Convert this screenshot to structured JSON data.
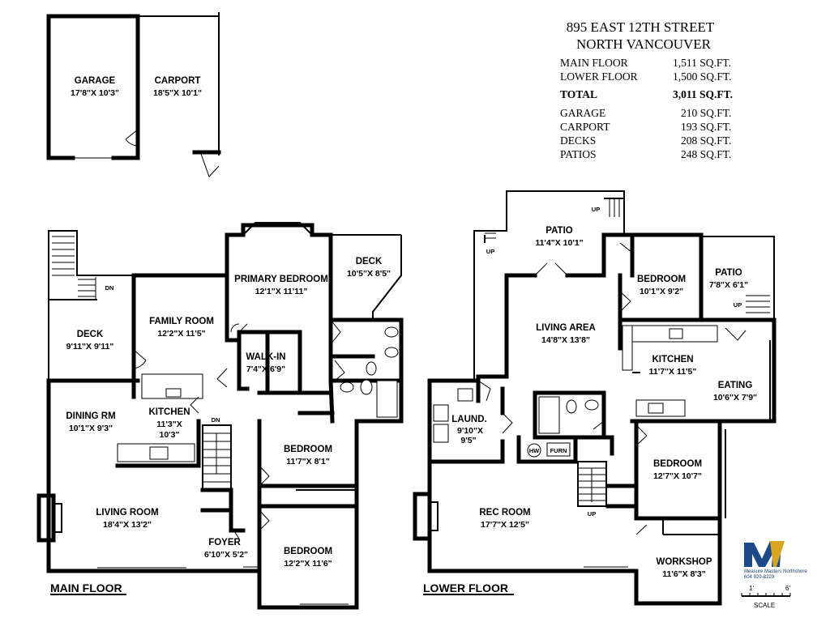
{
  "header": {
    "address_line1": "895 EAST 12TH STREET",
    "address_line2": "NORTH VANCOUVER"
  },
  "areas": [
    {
      "label": "MAIN FLOOR",
      "value": "1,511 SQ.FT.",
      "bold": false
    },
    {
      "label": "LOWER FLOOR",
      "value": "1,500 SQ.FT.",
      "bold": false
    },
    {
      "label": "TOTAL",
      "value": "3,011 SQ.FT.",
      "bold": true
    },
    {
      "label": "GARAGE",
      "value": "210 SQ.FT.",
      "bold": false
    },
    {
      "label": "CARPORT",
      "value": "193 SQ.FT.",
      "bold": false
    },
    {
      "label": "DECKS",
      "value": "208 SQ.FT.",
      "bold": false
    },
    {
      "label": "PATIOS",
      "value": "248 SQ.FT.",
      "bold": false
    }
  ],
  "garage": {
    "garage": {
      "name": "GARAGE",
      "dims": "17'8\"X 10'3\""
    },
    "carport": {
      "name": "CARPORT",
      "dims": "18'5\"X 10'1\""
    }
  },
  "main_floor": {
    "label": "MAIN FLOOR",
    "rooms": {
      "deck": {
        "name": "DECK",
        "dims": "9'11\"X 9'11\""
      },
      "family": {
        "name": "FAMILY ROOM",
        "dims": "12'2\"X 11'5\""
      },
      "primary": {
        "name": "PRIMARY BEDROOM",
        "dims": "12'1\"X 11'11\""
      },
      "deck2": {
        "name": "DECK",
        "dims": "10'5\"X 8'5\""
      },
      "walkin": {
        "name": "WALK-IN",
        "dims": "7'4\"X 6'9\""
      },
      "dining": {
        "name": "DINING RM",
        "dims": "10'1\"X 9'3\""
      },
      "kitchen": {
        "name": "KITCHEN",
        "dims1": "11'3\"X",
        "dims2": "10'3\""
      },
      "bedroom1": {
        "name": "BEDROOM",
        "dims": "11'7\"X 8'1\""
      },
      "living": {
        "name": "LIVING ROOM",
        "dims": "18'4\"X 13'2\""
      },
      "foyer": {
        "name": "FOYER",
        "dims": "6'10\"X 5'2\""
      },
      "bedroom2": {
        "name": "BEDROOM",
        "dims": "12'2\"X 11'6\""
      }
    },
    "dn1": "DN",
    "dn2": "DN"
  },
  "lower_floor": {
    "label": "LOWER FLOOR",
    "rooms": {
      "patio": {
        "name": "PATIO",
        "dims": "11'4\"X 10'1\""
      },
      "bedroom1": {
        "name": "BEDROOM",
        "dims": "10'1\"X 9'2\""
      },
      "patio2": {
        "name": "PATIO",
        "dims": "7'8\"X 6'1\""
      },
      "living": {
        "name": "LIVING AREA",
        "dims": "14'8\"X 13'8\""
      },
      "kitchen": {
        "name": "KITCHEN",
        "dims": "11'7\"X 11'5\""
      },
      "eating": {
        "name": "EATING",
        "dims": "10'6\"X 7'9\""
      },
      "laund": {
        "name": "LAUND.",
        "dims1": "9'10\"X",
        "dims2": "9'5\""
      },
      "bedroom2": {
        "name": "BEDROOM",
        "dims": "12'7\"X 10'7\""
      },
      "rec": {
        "name": "REC ROOM",
        "dims": "17'7\"X 12'5\""
      },
      "workshop": {
        "name": "WORKSHOP",
        "dims": "11'6\"X 8'3\""
      }
    },
    "up1": "UP",
    "up2": "UP",
    "up3": "UP",
    "up4": "UP",
    "hw": "HW",
    "furn": "FURN"
  },
  "logo": {
    "line1": "Measure Masters Northshore",
    "line2": "604 929-8229"
  },
  "scale": {
    "label": "SCALE",
    "tick1": "1'",
    "tick2": "6'"
  },
  "colors": {
    "wall": "#000000",
    "logo_blue": "#1a4a8a",
    "logo_gold": "#d9a520"
  }
}
